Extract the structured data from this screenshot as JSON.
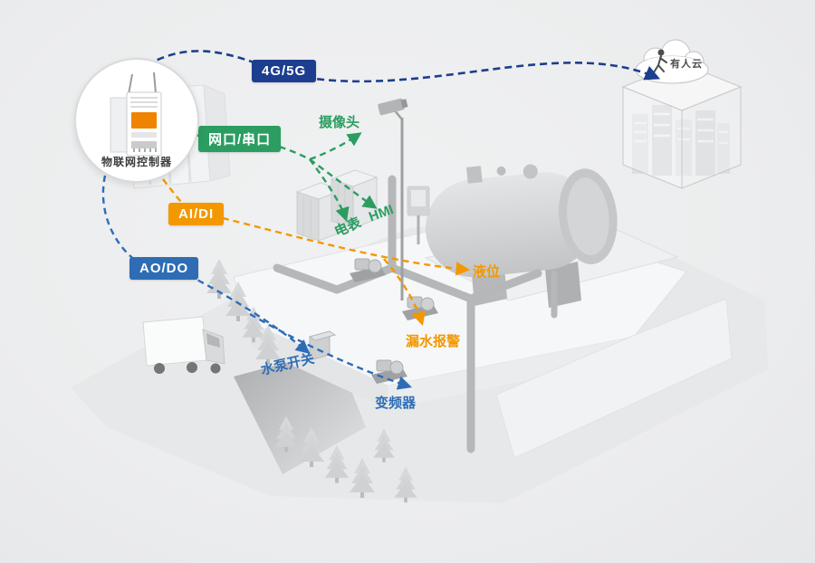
{
  "controller": {
    "label": "物联网控制器"
  },
  "cloud": {
    "label": "有人云"
  },
  "interfaces": [
    {
      "label": "4G/5G",
      "color": "#1d3e8e"
    },
    {
      "label": "网口/串口",
      "color": "#2b9d61"
    },
    {
      "label": "AI/DI",
      "color": "#f39800"
    },
    {
      "label": "AO/DO",
      "color": "#2e6db5"
    }
  ],
  "devices": [
    {
      "label": "摄像头",
      "color": "#2b9d61"
    },
    {
      "label": "电表",
      "color": "#2b9d61"
    },
    {
      "label": "HMI",
      "color": "#2b9d61"
    },
    {
      "label": "液位",
      "color": "#f39800"
    },
    {
      "label": "漏水报警",
      "color": "#f39800"
    },
    {
      "label": "水泵开关",
      "color": "#2e6db5"
    },
    {
      "label": "变频器",
      "color": "#2e6db5"
    }
  ],
  "icons": [
    {
      "name": "cloud-icon"
    },
    {
      "name": "walking-person-icon"
    },
    {
      "name": "camera-icon"
    },
    {
      "name": "iot-controller-device-icon"
    }
  ]
}
